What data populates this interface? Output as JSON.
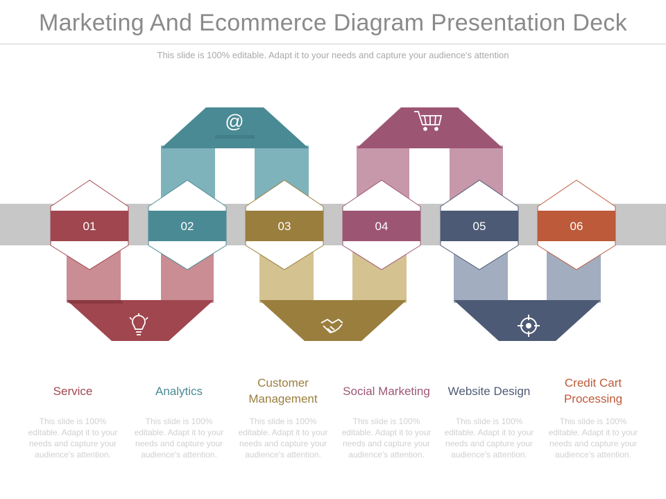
{
  "header": {
    "title": "Marketing And Ecommerce Diagram Presentation Deck",
    "subtitle": "This slide is 100% editable. Adapt it to your needs and capture your audience's attention"
  },
  "colors": {
    "red": "#a0464e",
    "red_light": "#c98d93",
    "teal": "#4a8a94",
    "teal_light": "#7fb3bc",
    "olive": "#9a7e3e",
    "olive_light": "#d4c291",
    "plum": "#9c5674",
    "plum_light": "#c797aa",
    "navy": "#4d5a75",
    "navy_light": "#a2adc0",
    "rust": "#bc5a3a",
    "band": "#c7c7c7"
  },
  "icons": {
    "top_left": "at-sign-icon",
    "top_right": "shopping-cart-icon",
    "bottom_left": "lightbulb-icon",
    "bottom_middle": "handshake-icon",
    "bottom_right": "target-icon"
  },
  "at_glyph": "@",
  "steps": [
    {
      "number": "01",
      "title": "Service",
      "color": "#a0464e",
      "desc": "This slide is 100% editable. Adapt it to your needs and capture your audience's attention."
    },
    {
      "number": "02",
      "title": "Analytics",
      "color": "#4a8a94",
      "desc": "This slide is 100% editable. Adapt it to your needs and capture your audience's attention."
    },
    {
      "number": "03",
      "title": "Customer Management",
      "color": "#9a7e3e",
      "desc": "This slide is 100% editable. Adapt it to your needs and capture your audience's attention."
    },
    {
      "number": "04",
      "title": "Social Marketing",
      "color": "#9c5674",
      "desc": "This slide is 100% editable. Adapt it to your needs and capture your audience's attention."
    },
    {
      "number": "05",
      "title": "Website Design",
      "color": "#4d5a75",
      "desc": "This slide is 100% editable. Adapt it to your needs and capture your audience's attention."
    },
    {
      "number": "06",
      "title": "Credit Cart Processing",
      "color": "#bc5a3a",
      "desc": "This slide is 100% editable. Adapt it to your needs and capture your audience's attention."
    }
  ]
}
